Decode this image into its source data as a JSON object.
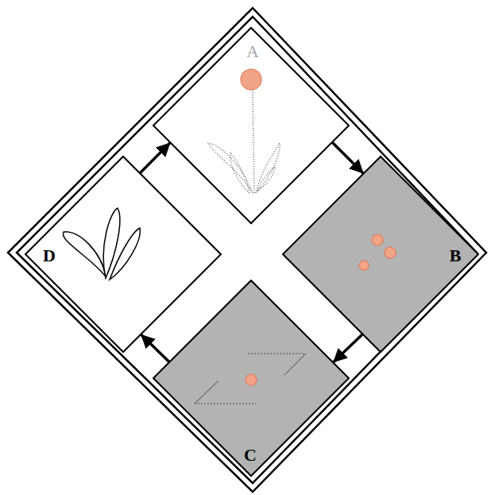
{
  "diagram": {
    "nodes": [
      {
        "text": [
          "A"
        ]
      },
      {
        "text": [
          "B"
        ]
      },
      {
        "text": [
          "C"
        ]
      },
      {
        "text": [
          "D"
        ]
      }
    ],
    "edges": [
      {
        "from": 0,
        "to": 1,
        "arrow": "to"
      },
      {
        "from": 1,
        "to": 2,
        "arrow": "to"
      },
      {
        "from": 2,
        "to": 3,
        "arrow": "to"
      },
      {
        "from": 3,
        "to": 0,
        "arrow": "to"
      }
    ]
  }
}
